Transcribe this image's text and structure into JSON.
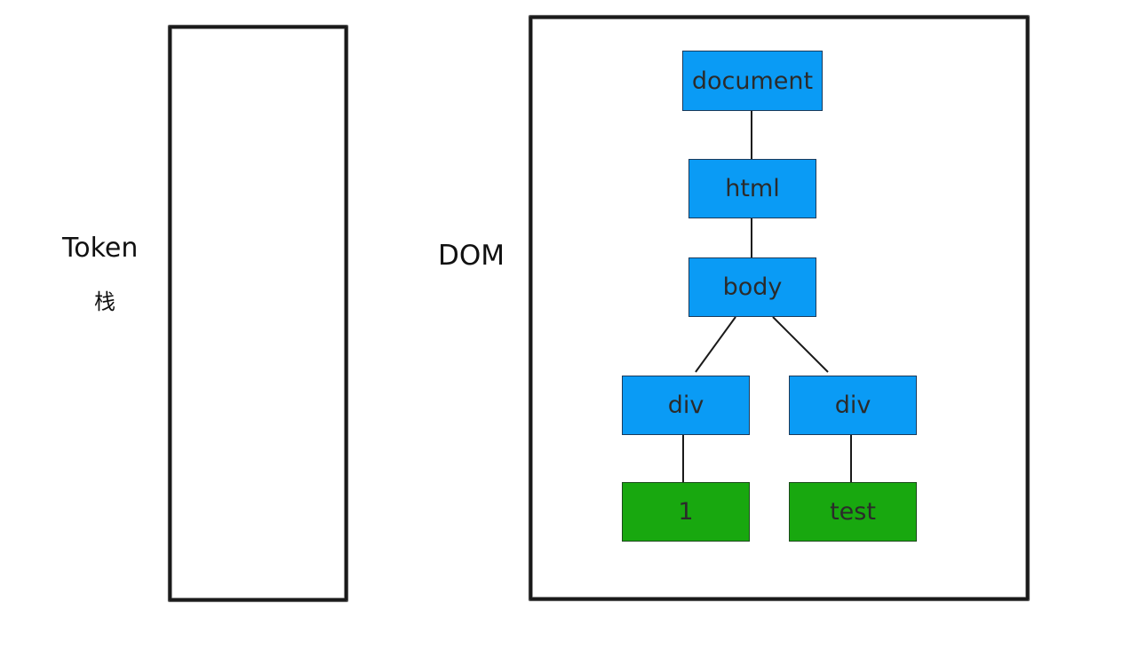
{
  "labels": {
    "token": "Token",
    "stack": "栈",
    "dom": "DOM"
  },
  "dom_tree": {
    "document": "document",
    "html": "html",
    "body": "body",
    "div_left": "div",
    "div_right": "div",
    "text_left": "1",
    "text_right": "test"
  },
  "colors": {
    "element_node": "#0a9bf5",
    "text_node": "#18a80f",
    "outline": "#1a1a1a"
  }
}
